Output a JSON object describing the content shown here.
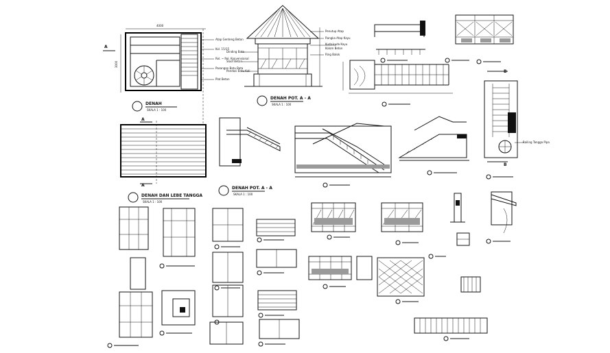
{
  "drawing": {
    "plan_title": "DENAH",
    "plan_scale": "SKALA 1 : 100",
    "section1_title": "DENAH POT. A - A",
    "section1_scale": "SKALA 1 : 100",
    "section2_title": "DENAH POT. A - A",
    "section2_scale": "SKALA 1 : 100",
    "stair_plan_title": "DENAH DAN LEBE TANGGA",
    "stair_plan_scale": "SKALA 1 : 100",
    "dim_top": "4000",
    "dim_side": "3000",
    "axis_a": "A",
    "axis_b": "B",
    "plan_notes": [
      "Atap Genteng Beton",
      "Kol. 15/15",
      "Rel. ~ Rel. Konvensional",
      "Pasangan Batu Bata",
      "Plat Beton"
    ],
    "elev_notes": [
      "Penutup Atap",
      "Rangka Atap Kayu",
      "Kuda-kuda Kayu",
      "Ring Balok",
      "Kolom Beton",
      "Dinding Bata",
      "Sloof Beton",
      "Pondasi Batu Kali"
    ],
    "misc_note": "Railing Tangga Pipa"
  }
}
